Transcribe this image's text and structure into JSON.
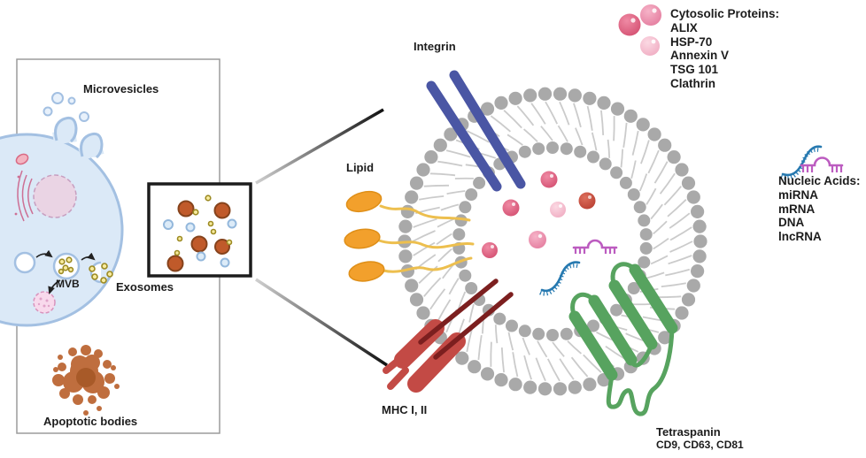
{
  "colors": {
    "membrane_head": "#a9a9a9",
    "membrane_tail": "#cbcbcb",
    "integrin": "#4a56a4",
    "lipid_head": "#f2a02c",
    "lipid_tail": "#edbf4e",
    "mhc_block": "#c34a45",
    "mhc_rod": "#7c1f1f",
    "tetraspanin": "#57a35f",
    "rna_blue": "#2679b0",
    "rna_magenta": "#bc5cc0",
    "cell_fill": "#dbe9f7",
    "cell_stroke": "#a3c0e2",
    "exosome_brown": "#c05a2a",
    "apoptotic_brown": "#bf6e3e",
    "text": "#1c1c1c"
  },
  "cell_panel": {
    "microvesicles_label": "Microvesicles",
    "mvb_label": "MVB",
    "exosomes_label": "Exosomes",
    "apoptotic_label": "Apoptotic bodies"
  },
  "vesicle": {
    "integrin_label": "Integrin",
    "lipid_label": "Lipid",
    "mhc_label": "MHC I, II",
    "tetraspanin_label": "Tetraspanin",
    "tetraspanin_sub": "CD9, CD63, CD81"
  },
  "cytosolic": {
    "title": "Cytosolic Proteins:",
    "items": [
      "ALIX",
      "HSP-70",
      "Annexin V",
      "TSG 101",
      "Clathrin"
    ]
  },
  "nucleic": {
    "title": "Nucleic Acids:",
    "items": [
      "miRNA",
      "mRNA",
      "DNA",
      "lncRNA"
    ]
  }
}
